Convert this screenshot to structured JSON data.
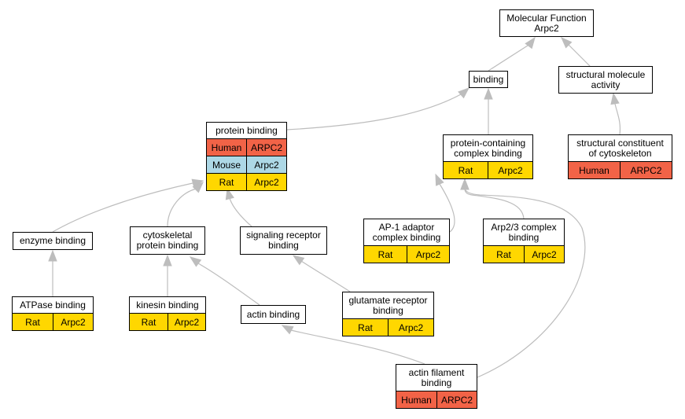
{
  "colors": {
    "human": "#f26347",
    "mouse": "#add8e6",
    "rat": "#ffd700",
    "edge": "#bdbdbd"
  },
  "nodes": {
    "mf": {
      "label": "Molecular Function\nArpc2",
      "rows": []
    },
    "binding": {
      "label": "binding",
      "rows": []
    },
    "sma": {
      "label": "structural molecule\nactivity",
      "rows": []
    },
    "pb": {
      "label": "protein binding",
      "rows": [
        {
          "species": "Human",
          "gene": "ARPC2",
          "color": "human"
        },
        {
          "species": "Mouse",
          "gene": "Arpc2",
          "color": "mouse"
        },
        {
          "species": "Rat",
          "gene": "Arpc2",
          "color": "rat"
        }
      ]
    },
    "pccb": {
      "label": "protein-containing\ncomplex binding",
      "rows": [
        {
          "species": "Rat",
          "gene": "Arpc2",
          "color": "rat"
        }
      ]
    },
    "scc": {
      "label": "structural constituent\nof cytoskeleton",
      "rows": [
        {
          "species": "Human",
          "gene": "ARPC2",
          "color": "human"
        }
      ]
    },
    "eb": {
      "label": "enzyme binding",
      "rows": []
    },
    "cpb": {
      "label": "cytoskeletal\nprotein binding",
      "rows": []
    },
    "srb": {
      "label": "signaling receptor\nbinding",
      "rows": []
    },
    "ap1": {
      "label": "AP-1 adaptor\ncomplex binding",
      "rows": [
        {
          "species": "Rat",
          "gene": "Arpc2",
          "color": "rat"
        }
      ]
    },
    "arp23": {
      "label": "Arp2/3 complex\nbinding",
      "rows": [
        {
          "species": "Rat",
          "gene": "Arpc2",
          "color": "rat"
        }
      ]
    },
    "atp": {
      "label": "ATPase binding",
      "rows": [
        {
          "species": "Rat",
          "gene": "Arpc2",
          "color": "rat"
        }
      ]
    },
    "kin": {
      "label": "kinesin binding",
      "rows": [
        {
          "species": "Rat",
          "gene": "Arpc2",
          "color": "rat"
        }
      ]
    },
    "ab": {
      "label": "actin binding",
      "rows": []
    },
    "grb": {
      "label": "glutamate receptor\nbinding",
      "rows": [
        {
          "species": "Rat",
          "gene": "Arpc2",
          "color": "rat"
        }
      ]
    },
    "afb": {
      "label": "actin filament\nbinding",
      "rows": [
        {
          "species": "Human",
          "gene": "ARPC2",
          "color": "human"
        }
      ]
    }
  },
  "edges": [
    {
      "from": "binding",
      "to": "mf"
    },
    {
      "from": "sma",
      "to": "mf"
    },
    {
      "from": "pb",
      "to": "binding"
    },
    {
      "from": "pccb",
      "to": "binding"
    },
    {
      "from": "scc",
      "to": "sma"
    },
    {
      "from": "eb",
      "to": "pb"
    },
    {
      "from": "cpb",
      "to": "pb"
    },
    {
      "from": "srb",
      "to": "pb"
    },
    {
      "from": "ap1",
      "to": "pccb"
    },
    {
      "from": "arp23",
      "to": "pccb"
    },
    {
      "from": "atp",
      "to": "eb"
    },
    {
      "from": "kin",
      "to": "cpb"
    },
    {
      "from": "ab",
      "to": "cpb"
    },
    {
      "from": "grb",
      "to": "srb"
    },
    {
      "from": "afb",
      "to": "ab"
    },
    {
      "from": "afb",
      "to": "pccb"
    }
  ]
}
